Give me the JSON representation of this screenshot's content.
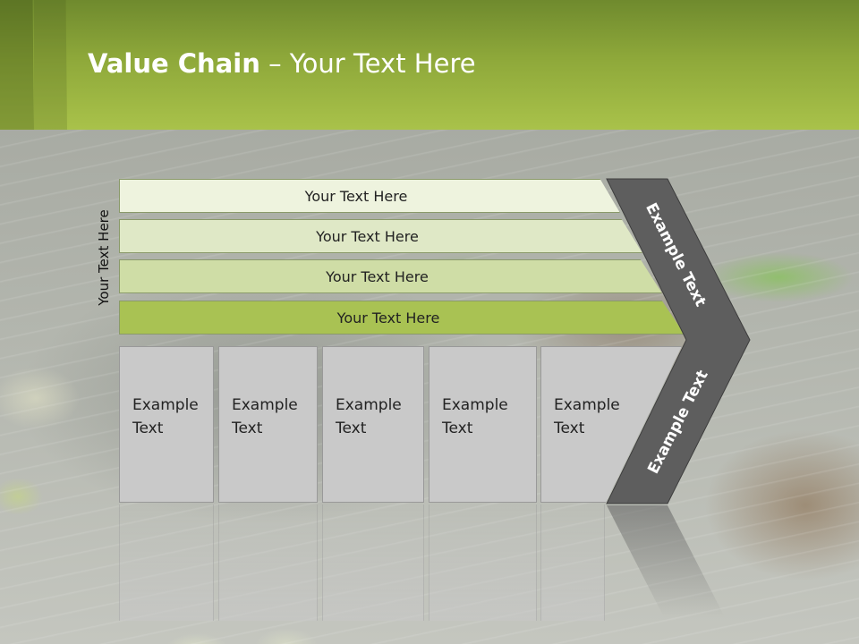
{
  "title": {
    "bold": "Value Chain",
    "rest": " – Your Text Here"
  },
  "side_label": "Your Text Here",
  "bars": [
    "Your Text Here",
    "Your Text Here",
    "Your Text Here",
    "Your Text Here"
  ],
  "boxes": [
    {
      "line1": "Example",
      "line2": "Text"
    },
    {
      "line1": "Example",
      "line2": "Text"
    },
    {
      "line1": "Example",
      "line2": "Text"
    },
    {
      "line1": "Example",
      "line2": "Text"
    },
    {
      "line1": "Example",
      "line2": "Text"
    }
  ],
  "chevron": {
    "upper": "Example Text",
    "lower": "Example Text"
  },
  "colors": {
    "header": "#a9c24a",
    "chevron": "#5e5e5e",
    "bar_dark": "#a9c253"
  }
}
